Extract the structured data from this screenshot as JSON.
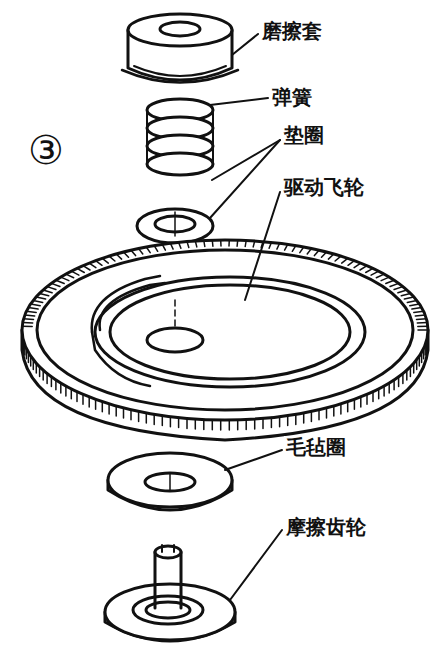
{
  "diagram": {
    "labels": [
      "磨擦套",
      "弹簧",
      "③",
      "垫圈",
      "驱动飞轮",
      "毛毡圈",
      "摩擦齿轮"
    ]
  }
}
